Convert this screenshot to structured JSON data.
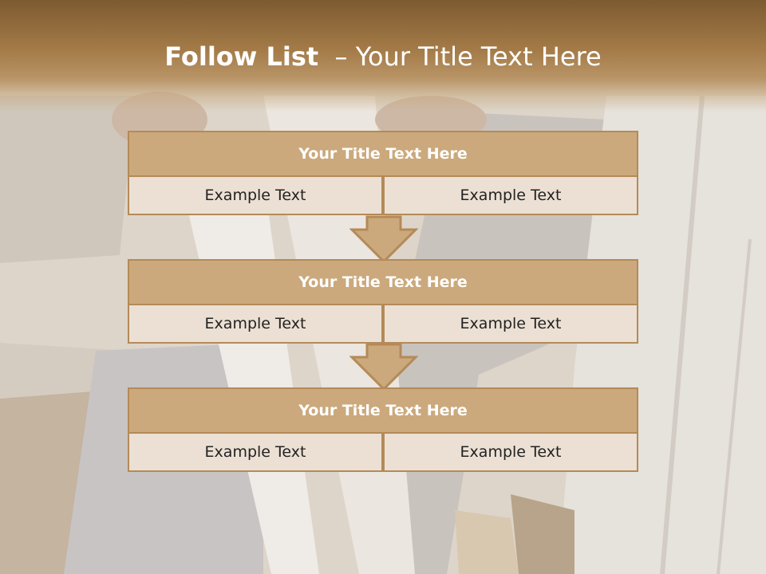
{
  "slide": {
    "title_bold": "Follow List",
    "title_rest": "– Your Title Text Here"
  },
  "steps": [
    {
      "title": "Your Title Text Here",
      "left": "Example Text",
      "right": "Example Text"
    },
    {
      "title": "Your Title Text Here",
      "left": "Example Text",
      "right": "Example Text"
    },
    {
      "title": "Your Title Text Here",
      "left": "Example Text",
      "right": "Example Text"
    }
  ],
  "colors": {
    "header": "#8b6436",
    "box_title_fill": "#cba97c",
    "box_border": "#b48a58",
    "cell_fill": "#ece0d4",
    "arrow_fill": "#cba97c"
  }
}
